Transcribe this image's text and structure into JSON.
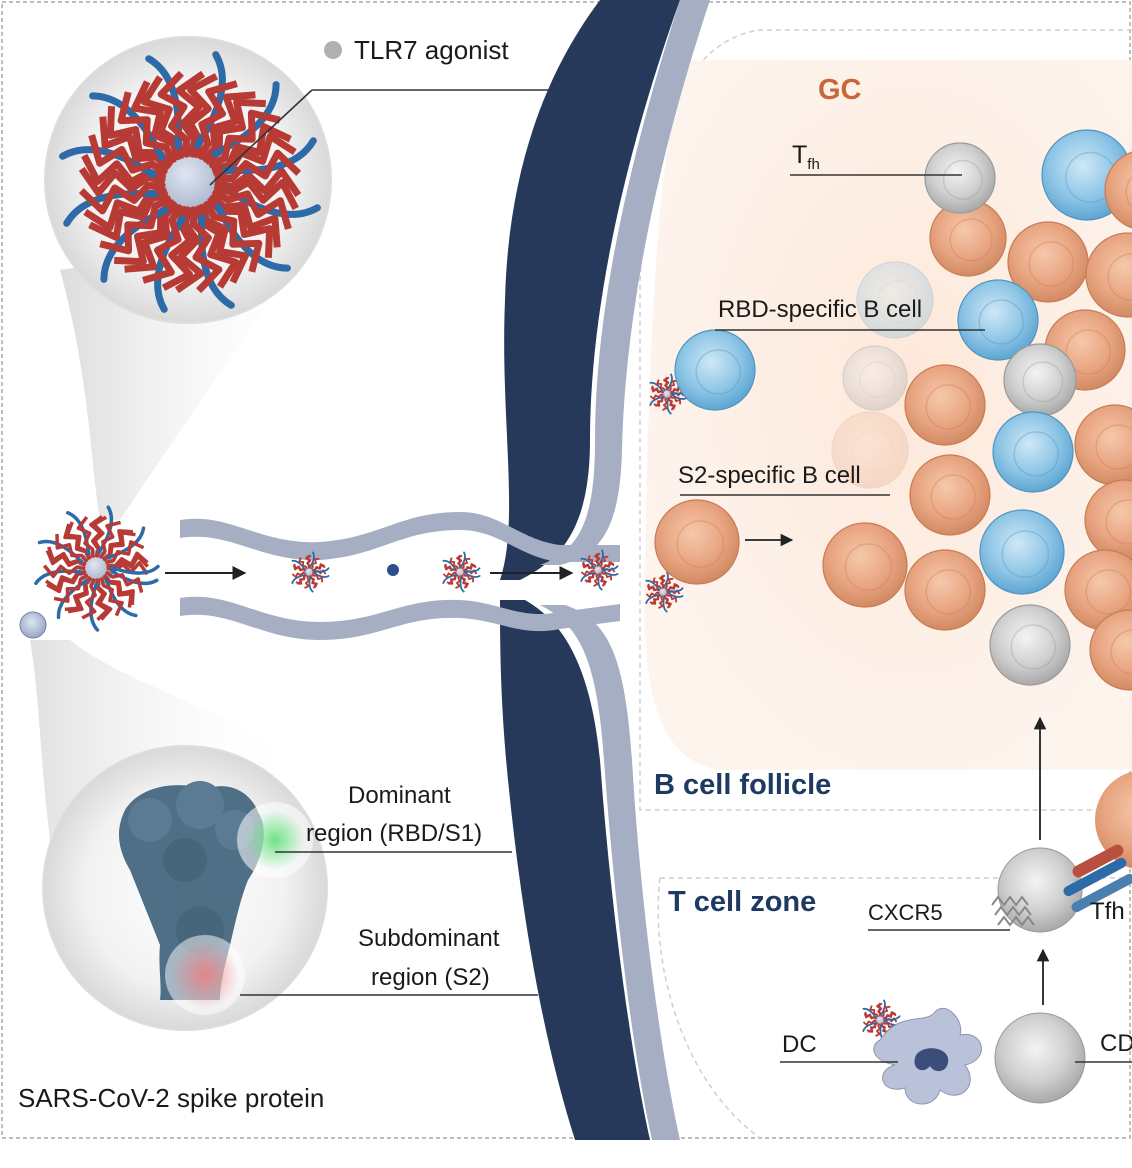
{
  "labels": {
    "tlr7": "TLR7 agonist",
    "gc": "GC",
    "tfh_main": "T",
    "tfh_sub": "fh",
    "rbd_b": "RBD-specific B cell",
    "s2_b": "S2-specific B cell",
    "b_follicle": "B cell follicle",
    "t_zone": "T cell zone",
    "cxcr5": "CXCR5",
    "tfh": "Tfh",
    "dc": "DC",
    "cd": "CD",
    "dominant_1": "Dominant",
    "dominant_2": "region (RBD/S1)",
    "subdominant_1": "Subdominant",
    "subdominant_2": "region (S2)",
    "spike": "SARS-CoV-2 spike protein"
  },
  "colors": {
    "b_cell_orange": "#e8a581",
    "b_cell_blue": "#7fbde0",
    "t_cell_gray": "#c9c9c9",
    "vessel_dark": "#27395a",
    "vessel_light": "#a6aec4",
    "gc_bg": "#fbe8dd",
    "polymer_red": "#b83a35",
    "polymer_blue": "#2d6aa8",
    "zone_text": "#1e3a63",
    "gc_text": "#c8683a"
  }
}
